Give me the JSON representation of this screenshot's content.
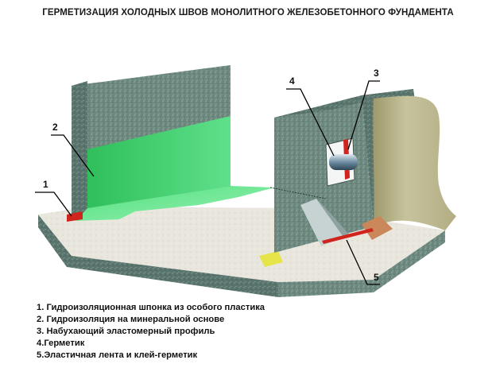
{
  "title": "ГЕРМЕТИЗАЦИЯ ХОЛОДНЫХ ШВОВ МОНОЛИТНОГО ЖЕЛЕЗОБЕТОННОГО ФУНДАМЕНТА",
  "callouts": [
    "1",
    "2",
    "3",
    "4",
    "5"
  ],
  "legend": [
    "1. Гидроизоляционная шпонка из особого пластика",
    "2. Гидроизоляция на минеральной основе",
    "3. Набухающий эластомерный профиль",
    "4.Герметик",
    "5.Эластичная лента и клей-герметик"
  ],
  "colors": {
    "concrete": "#6e8a80",
    "concrete_dark": "#55706a",
    "concrete_light": "#8aa39a",
    "green_coating": "#3fd26a",
    "floor": "#e8e4da",
    "membrane": "#b9b48a",
    "red_strip": "#d0241e",
    "yellow_strip": "#e5e54a",
    "copper": "#c9875a"
  }
}
